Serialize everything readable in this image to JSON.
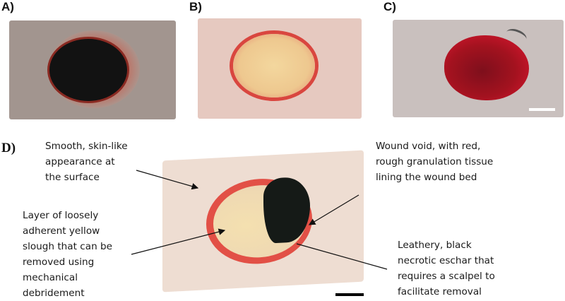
{
  "figure": {
    "panels": [
      {
        "label": "A)",
        "description": "skin-like tissue sample with black necrotic eschar wound"
      },
      {
        "label": "B)",
        "description": "pale tissue sample with yellow slough wound ringed in red"
      },
      {
        "label": "C)",
        "description": "grey tissue sample with red granulation tissue wound",
        "scale_bar": true
      },
      {
        "label": "D)",
        "description": "combined wound model with slough, eschar and granulation tissue",
        "scale_bar": true
      }
    ],
    "annotations": {
      "surface": "Smooth, skin-like\nappearance at\nthe surface",
      "slough": "Layer of loosely\nadherent yellow\nslough that can be\nremoved using\nmechanical\ndebridement",
      "void": "Wound void, with red,\nrough granulation tissue\nlining the wound bed",
      "eschar": "Leathery, black\nnecrotic eschar that\nrequires a scalpel to\nfacilitate removal"
    }
  },
  "colors": {
    "skin_grey": "#a2958f",
    "skin_pink": "#e6c9c0",
    "skin_light": "#eeddd2",
    "eschar": "#121212",
    "slough": "#f0c98a",
    "granulation": "#c3142c",
    "wound_rim": "#d9463f"
  }
}
